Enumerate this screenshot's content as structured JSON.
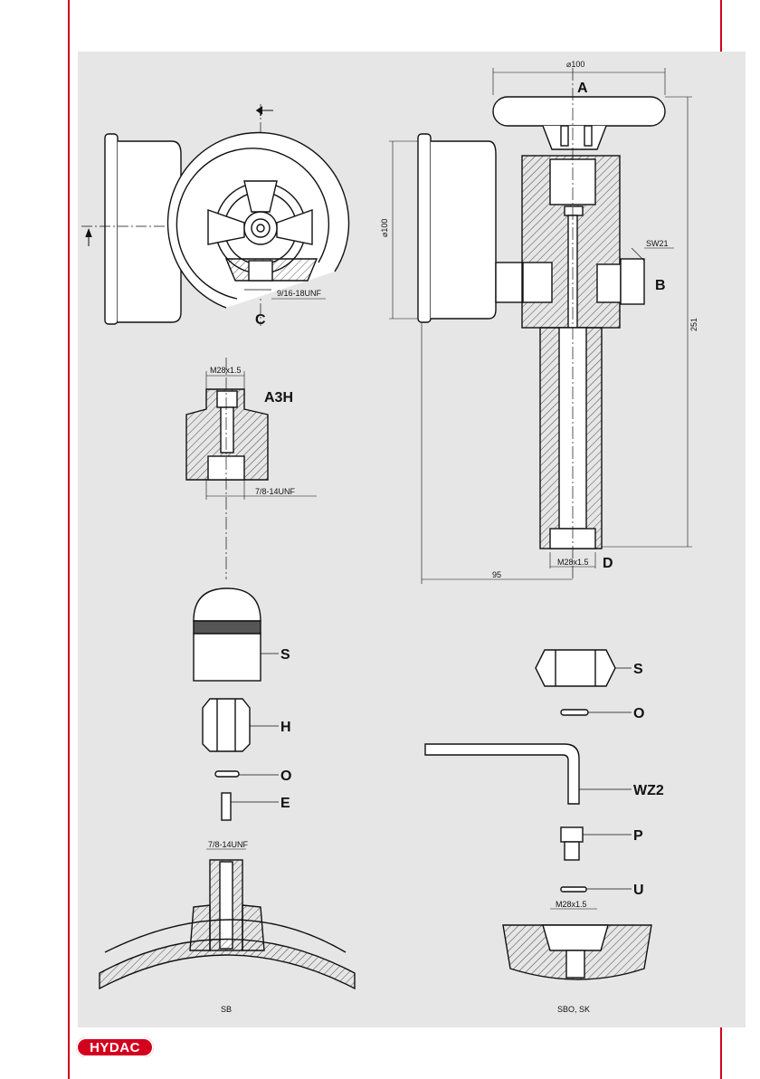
{
  "brand": {
    "logo_text": "HYDAC",
    "accent": "#d2001e",
    "panel_bg": "#e6e6e6"
  },
  "labels": {
    "A": "A",
    "B": "B",
    "C": "C",
    "D": "D",
    "A3H": "A3H",
    "S_left": "S",
    "H": "H",
    "O_left": "O",
    "E": "E",
    "S_right": "S",
    "O_right": "O",
    "WZ2": "WZ2",
    "P": "P",
    "U": "U"
  },
  "dimensions": {
    "dia_top": "⌀100",
    "dia_side": "⌀100",
    "sw": "SW21",
    "height": "251",
    "width": "95",
    "thread_c": "9/16-18UNF",
    "thread_a3h_top": "M28x1.5",
    "thread_a3h_bottom": "7/8-14UNF",
    "thread_d": "M28x1.5",
    "thread_sb": "7/8-14UNF",
    "thread_sbo": "M28x1.5"
  },
  "captions": {
    "left": "SB",
    "right": "SBO, SK"
  }
}
